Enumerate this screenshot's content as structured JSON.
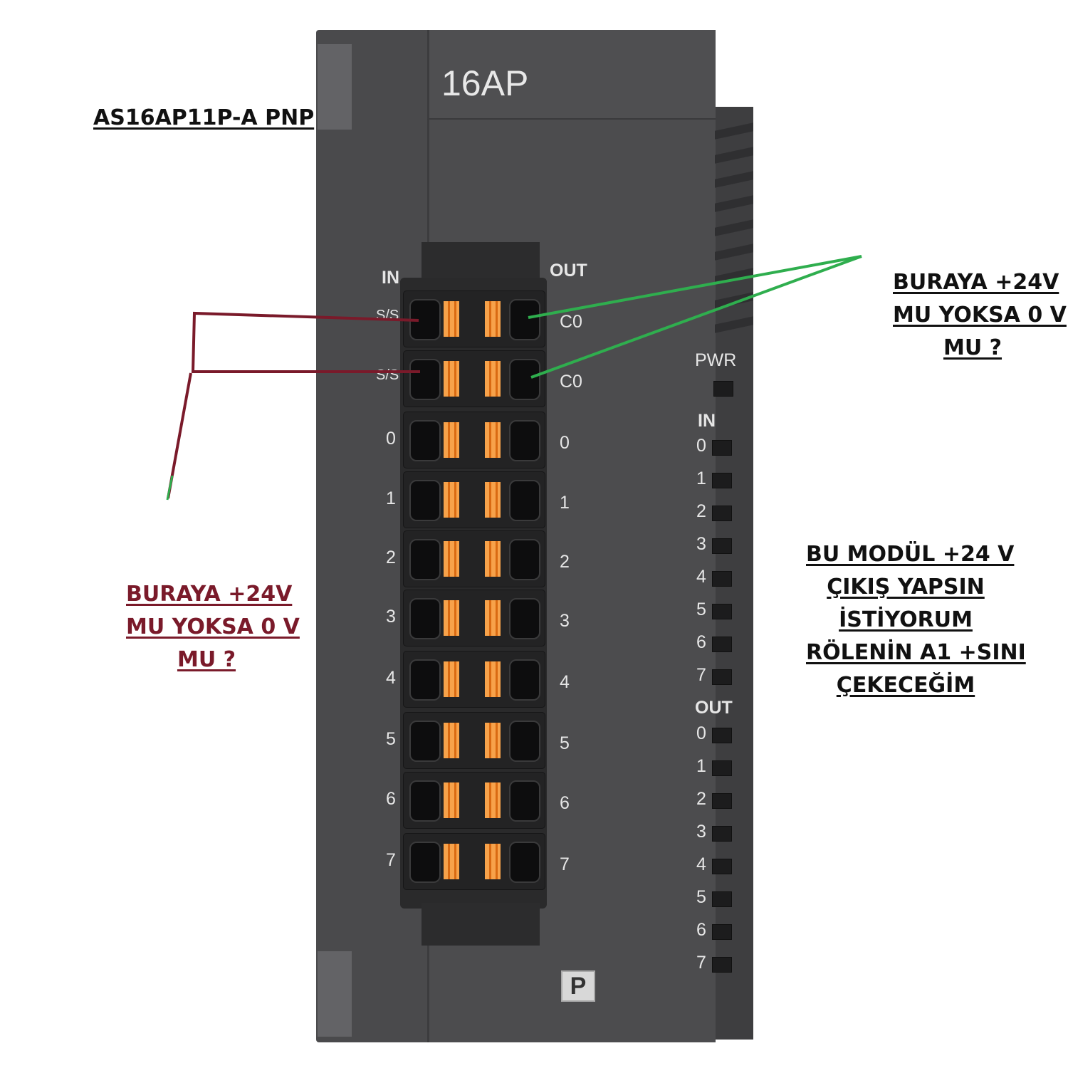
{
  "module": {
    "model_label": "16AP",
    "in_header": "IN",
    "out_header": "OUT",
    "pwr_label": "PWR",
    "badge": "P",
    "left_terminals": [
      "S/S",
      "S/S",
      "0",
      "1",
      "2",
      "3",
      "4",
      "5",
      "6",
      "7"
    ],
    "right_terminals": [
      "C0",
      "C0",
      "0",
      "1",
      "2",
      "3",
      "4",
      "5",
      "6",
      "7"
    ],
    "led_panel": {
      "in_header": "IN",
      "in_leds": [
        "0",
        "1",
        "2",
        "3",
        "4",
        "5",
        "6",
        "7"
      ],
      "out_header": "OUT",
      "out_leds": [
        "0",
        "1",
        "2",
        "3",
        "4",
        "5",
        "6",
        "7"
      ]
    }
  },
  "annotations": {
    "title": "AS16AP11P-A PNP",
    "right_question": [
      "BURAYA +24V",
      "MU YOKSA 0 V",
      "MU ?"
    ],
    "left_question": [
      "BURAYA +24V",
      "MU YOKSA 0 V",
      "MU ?"
    ],
    "goal_note": [
      "BU MODÜL +24 V",
      "ÇIKIŞ YAPSIN",
      "İSTİYORUM",
      "RÖLENİN A1 +SINI",
      "ÇEKECEĞİM"
    ]
  },
  "colors": {
    "red_wire": "#7a1a2a",
    "green_wire": "#2fae4e",
    "module_body": "#4a4a4c",
    "spring_orange": "#f28a2c"
  }
}
